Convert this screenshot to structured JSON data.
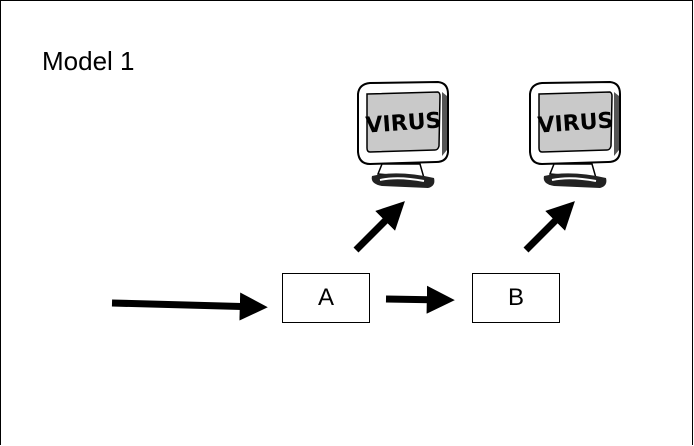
{
  "diagram": {
    "title": "Model 1",
    "nodes": [
      {
        "id": "A",
        "label": "A"
      },
      {
        "id": "B",
        "label": "B"
      }
    ],
    "monitors": [
      {
        "label": "VIRUS",
        "attached_to": "A"
      },
      {
        "label": "VIRUS",
        "attached_to": "B"
      }
    ],
    "edges": [
      {
        "from": "input",
        "to": "A"
      },
      {
        "from": "A",
        "to": "B"
      },
      {
        "from": "A",
        "to": "monitor-1"
      },
      {
        "from": "B",
        "to": "monitor-2"
      }
    ]
  }
}
